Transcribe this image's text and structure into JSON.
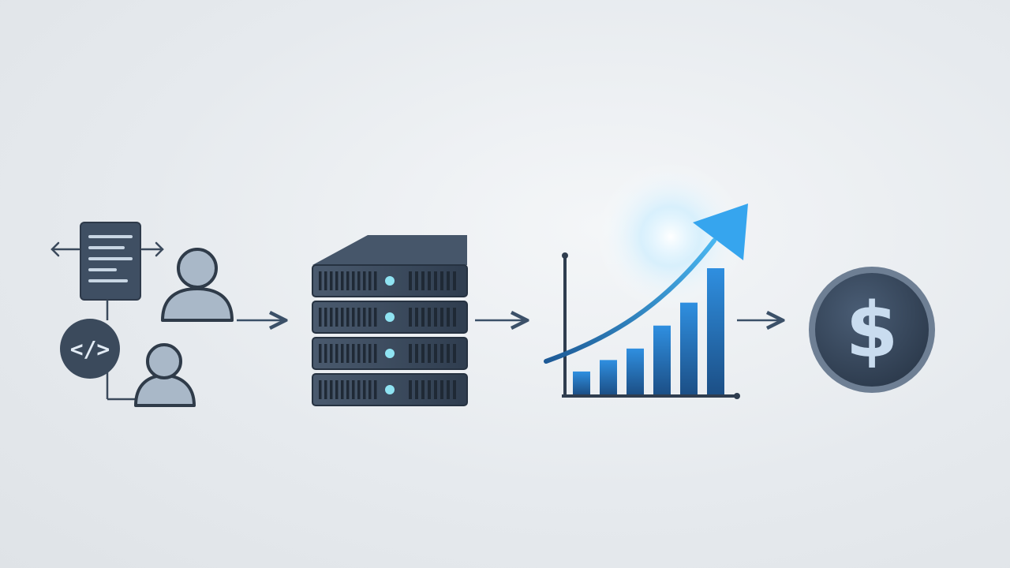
{
  "flow": {
    "steps": [
      {
        "id": "developers",
        "icon": "developer-team-icon"
      },
      {
        "id": "servers",
        "icon": "server-stack-icon"
      },
      {
        "id": "growth",
        "icon": "growth-chart-icon"
      },
      {
        "id": "revenue",
        "icon": "dollar-coin-icon"
      }
    ],
    "connectors": [
      "arrow-right-icon",
      "arrow-right-icon",
      "arrow-right-icon"
    ]
  },
  "developers": {
    "code_badge_text": "</>",
    "document_icon": "document-lines-icon",
    "people_icons": [
      "person-icon",
      "person-icon"
    ]
  },
  "servers": {
    "unit_count": 4
  },
  "growth_chart": {
    "type": "bar",
    "values": [
      2,
      3,
      4,
      6,
      8,
      11
    ],
    "trend": "rising-arrow"
  },
  "revenue": {
    "symbol": "$"
  },
  "colors": {
    "slate": "#3b4a5c",
    "light_slate": "#a9b8c8",
    "accent": "#2f8fe0",
    "accent_light": "#49b6f0",
    "coin": "#3a4b60",
    "coin_symbol": "#c9dcef",
    "led": "#8fe3f2"
  }
}
